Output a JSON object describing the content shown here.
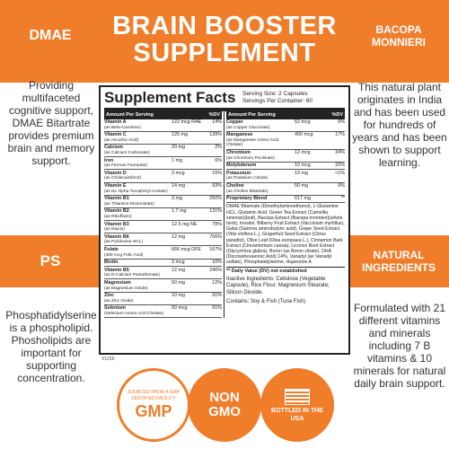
{
  "title": "BRAIN BOOSTER\nSUPPLEMENT",
  "panels": {
    "dmae": {
      "heading": "DMAE",
      "text": "Providing multifaceted cognitive support, DMAE Bitartrate provides premium brain and memory support."
    },
    "ps": {
      "heading": "PS",
      "text": "Phosphatidylserine is a phospholipid. Phosholipids are important for supporting concentration."
    },
    "bacopa": {
      "heading": "BACOPA MONNIERI",
      "text": "This natural plant originates in India and has been used for hundreds of years and has been shown to support learning."
    },
    "natural": {
      "heading": "NATURAL INGREDIENTS",
      "text": "Formulated with 21 different vitamins and minerals including 7 B vitamins & 10 minerals for natural daily brain support."
    }
  },
  "facts": {
    "title": "Supplement Facts",
    "serving_size": "Serving Size: 2 Capsules",
    "servings_per": "Servings Per Container: 60",
    "col_amount": "Amount Per Serving",
    "col_dv": "%DV",
    "left_rows": [
      {
        "name": "Vitamin A",
        "sub": "(as Beta-Carotene)",
        "amt": "122 mcg RAE",
        "dv": "14%"
      },
      {
        "name": "Vitamin C",
        "sub": "(as Ascorbic Acid)",
        "amt": "125 mg",
        "dv": "139%"
      },
      {
        "name": "Calcium",
        "sub": "(as Calcium Carbonate)",
        "amt": "20 mg",
        "dv": "2%"
      },
      {
        "name": "Iron",
        "sub": "(as Ferrous Fumarate)",
        "amt": "1 mg",
        "dv": "6%"
      },
      {
        "name": "Vitamin D",
        "sub": "(as Cholecalciferol)",
        "amt": "3 mcg",
        "dv": "15%"
      },
      {
        "name": "Vitamin E",
        "sub": "(as DL Alpha Tocopheryl Acetate)",
        "amt": "14 mg",
        "dv": "93%"
      },
      {
        "name": "Vitamin B1",
        "sub": "(as Thiamine Mononitrate)",
        "amt": "3 mg",
        "dv": "250%"
      },
      {
        "name": "Vitamin B2",
        "sub": "(as Riboflavin)",
        "amt": "1.7 mg",
        "dv": "131%"
      },
      {
        "name": "Vitamin B3",
        "sub": "(as Niacin)",
        "amt": "12.5 mg NE",
        "dv": "78%"
      },
      {
        "name": "Vitamin B6",
        "sub": "(as Pyridoxine HCL)",
        "amt": "12 mg",
        "dv": "706%"
      },
      {
        "name": "Folate",
        "sub": "(400 mcg Folic Acid)",
        "amt": "666 mcg DFE",
        "dv": "167%"
      },
      {
        "name": "Biotin",
        "sub": "",
        "amt": "3 mcg",
        "dv": "10%"
      },
      {
        "name": "Vitamin B5",
        "sub": "(as D-Calcium Pantothenate)",
        "amt": "12 mg",
        "dv": "240%"
      },
      {
        "name": "Magnesium",
        "sub": "(as Magnesium Oxide)",
        "amt": "50 mg",
        "dv": "12%"
      },
      {
        "name": "Zinc",
        "sub": "(as Zinc Oxide)",
        "amt": "10 mg",
        "dv": "91%"
      },
      {
        "name": "Selenium",
        "sub": "(Selenium Amino Acid Chelate)",
        "amt": "50 mcg",
        "dv": "91%"
      }
    ],
    "right_rows": [
      {
        "name": "Copper",
        "sub": "(as Copper Gluconate)",
        "amt": "52 mcg",
        "dv": "6%"
      },
      {
        "name": "Manganese",
        "sub": "(as Manganese Amino Acid Chelate)",
        "amt": "400 mcg",
        "dv": "17%"
      },
      {
        "name": "Chromium",
        "sub": "(as Chromium Picolinate)",
        "amt": "12 mcg",
        "dv": "34%"
      },
      {
        "name": "Molybdenum",
        "sub": "",
        "amt": "10 mcg",
        "dv": "22%"
      },
      {
        "name": "Potassium",
        "sub": "(as Poassium Citrate)",
        "amt": "19 mg",
        "dv": "<1%"
      },
      {
        "name": "Choline",
        "sub": "(as Choline Bitartrate)",
        "amt": "50 mg",
        "dv": "9%"
      },
      {
        "name": "Proprietary Blend",
        "sub": "",
        "amt": "617 mg",
        "dv": "**"
      }
    ],
    "blend_text": "DMAE Bitartrate (Dimethylaminoethanol), L-Glutamine HCL, Glutamic Acid, Green Tea Extract (Camellia sinensis)(leaf), Bacopa Extract (Bacopa monnieri)(whole herb), Inositol, Bilberry Fruit Extract (Vaccinium myrtillus), Gaba (Gamma aminobutyric acid), Grape Seed Extract (Vitis vinifera L.), Grapefruit Seed Extract (Citrus paradisi), Olive Leaf (Olea europaea L.), Cinnamon Bark Extract (Cinnamomum cassia), Licorice Root Extract (Glycyrrhiza glabra), Boron (as Boron citrate), DHA (Docosahexaenoic Acid) 14%, Vanadyl (as Vanadyl sulfate), Phosphatidylserine, Huperzine A",
    "dv_note": "** Daily Value (DV) not established",
    "inactive": "Inactive Ingredients: Cellulose (Vegetable Capsule), Rice Flour, Magnesium Stearate, Silicon Dioxide.",
    "contains": "Contains: Soy & Fish (Tuna Fish)"
  },
  "lot_code": "V1216",
  "badges": {
    "gmp": "GMP",
    "gmp_sub": "SOURCED FROM A GMP CERTIFIED FACILITY",
    "nongmo": "NON\nGMO",
    "usa": "BOTTLED IN THE USA"
  },
  "colors": {
    "accent": "#f07d2a"
  }
}
